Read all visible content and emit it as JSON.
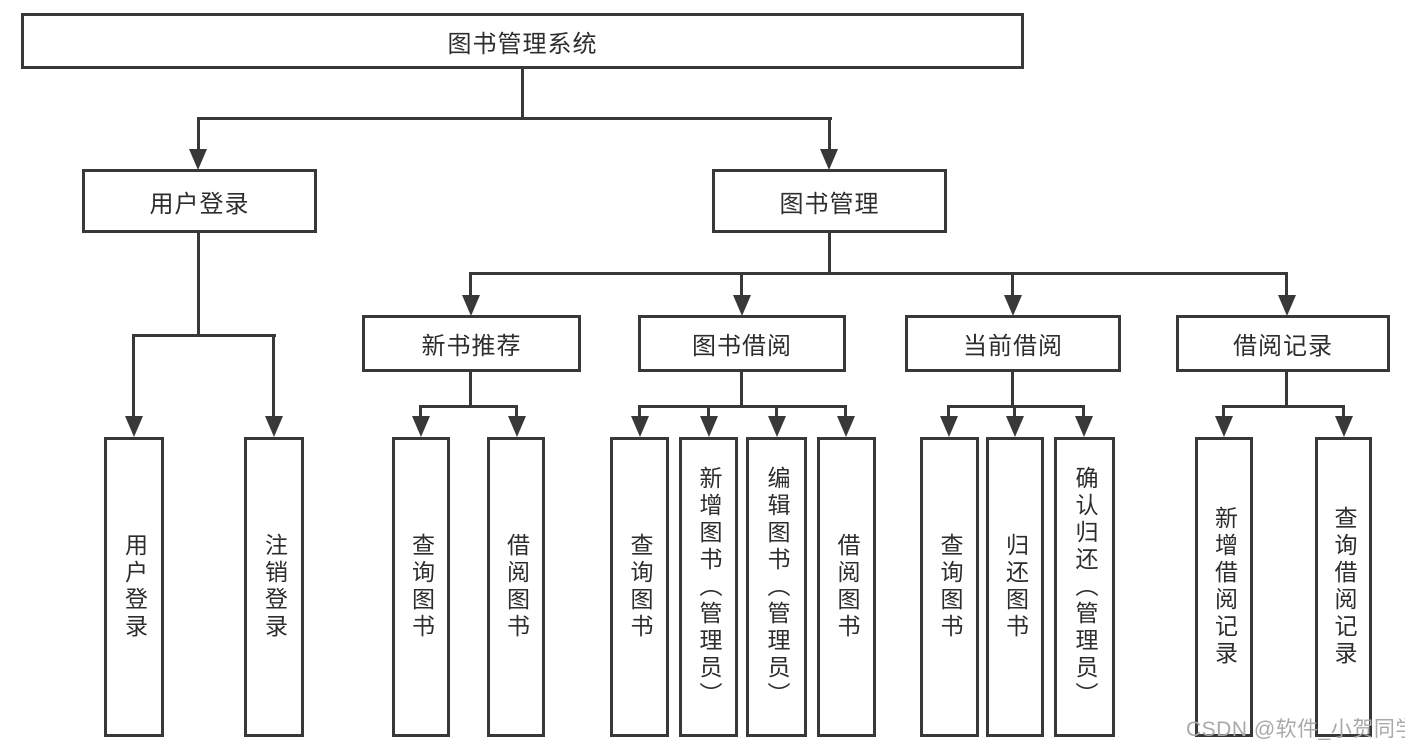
{
  "root": {
    "label": "图书管理系统"
  },
  "level2": {
    "user_login": {
      "label": "用户登录"
    },
    "book_mgmt": {
      "label": "图书管理"
    }
  },
  "level3": {
    "new_book_rec": {
      "label": "新书推荐"
    },
    "book_borrow": {
      "label": "图书借阅"
    },
    "current_borrow": {
      "label": "当前借阅"
    },
    "borrow_record": {
      "label": "借阅记录"
    }
  },
  "leaves": {
    "user_login": {
      "label": "用户登录"
    },
    "logout": {
      "label": "注销登录"
    },
    "query_book_1": {
      "label": "查询图书"
    },
    "borrow_book_1": {
      "label": "借阅图书"
    },
    "query_book_2": {
      "label": "查询图书"
    },
    "add_book": {
      "label": "新增图书（管理员）"
    },
    "edit_book": {
      "label": "编辑图书（管理员）"
    },
    "borrow_book_2": {
      "label": "借阅图书"
    },
    "query_book_3": {
      "label": "查询图书"
    },
    "return_book": {
      "label": "归还图书"
    },
    "confirm_return": {
      "label": "确认归还（管理员）"
    },
    "add_record": {
      "label": "新增借阅记录"
    },
    "query_record": {
      "label": "查询借阅记录"
    }
  },
  "watermark": {
    "text": "CSDN @软件_小贺同学"
  },
  "colors": {
    "line": "#383838",
    "text": "#2d2d2d",
    "watermark": "#a9a9a9",
    "background": "#ffffff"
  }
}
